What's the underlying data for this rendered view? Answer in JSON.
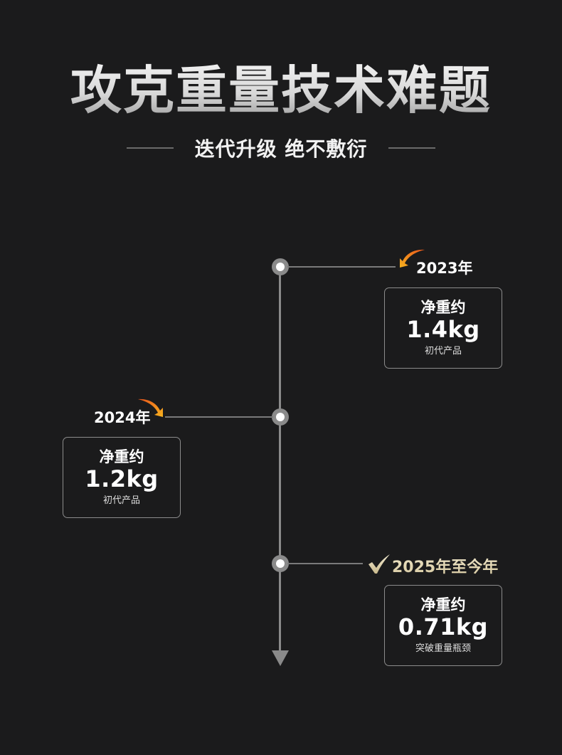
{
  "header": {
    "title": "攻克重量技术难题",
    "subtitle": "迭代升级 绝不敷衍"
  },
  "timeline": {
    "colors": {
      "line": "#8a8a8a",
      "node_inner": "#ffffff",
      "arrow_accent": "#f5a623",
      "check_gold": "#d6c8a0",
      "card_border": "#8c8c8c",
      "background": "#1b1b1c"
    },
    "milestones": [
      {
        "year": "2023年",
        "label": "净重约",
        "value": "1.4kg",
        "note": "初代产品",
        "side": "right",
        "icon": "curved-arrow-icon"
      },
      {
        "year": "2024年",
        "label": "净重约",
        "value": "1.2kg",
        "note": "初代产品",
        "side": "left",
        "icon": "curved-arrow-icon"
      },
      {
        "year": "2025年至今年",
        "label": "净重约",
        "value": "0.71kg",
        "note": "突破重量瓶颈",
        "side": "right",
        "icon": "checkmark-icon"
      }
    ]
  }
}
